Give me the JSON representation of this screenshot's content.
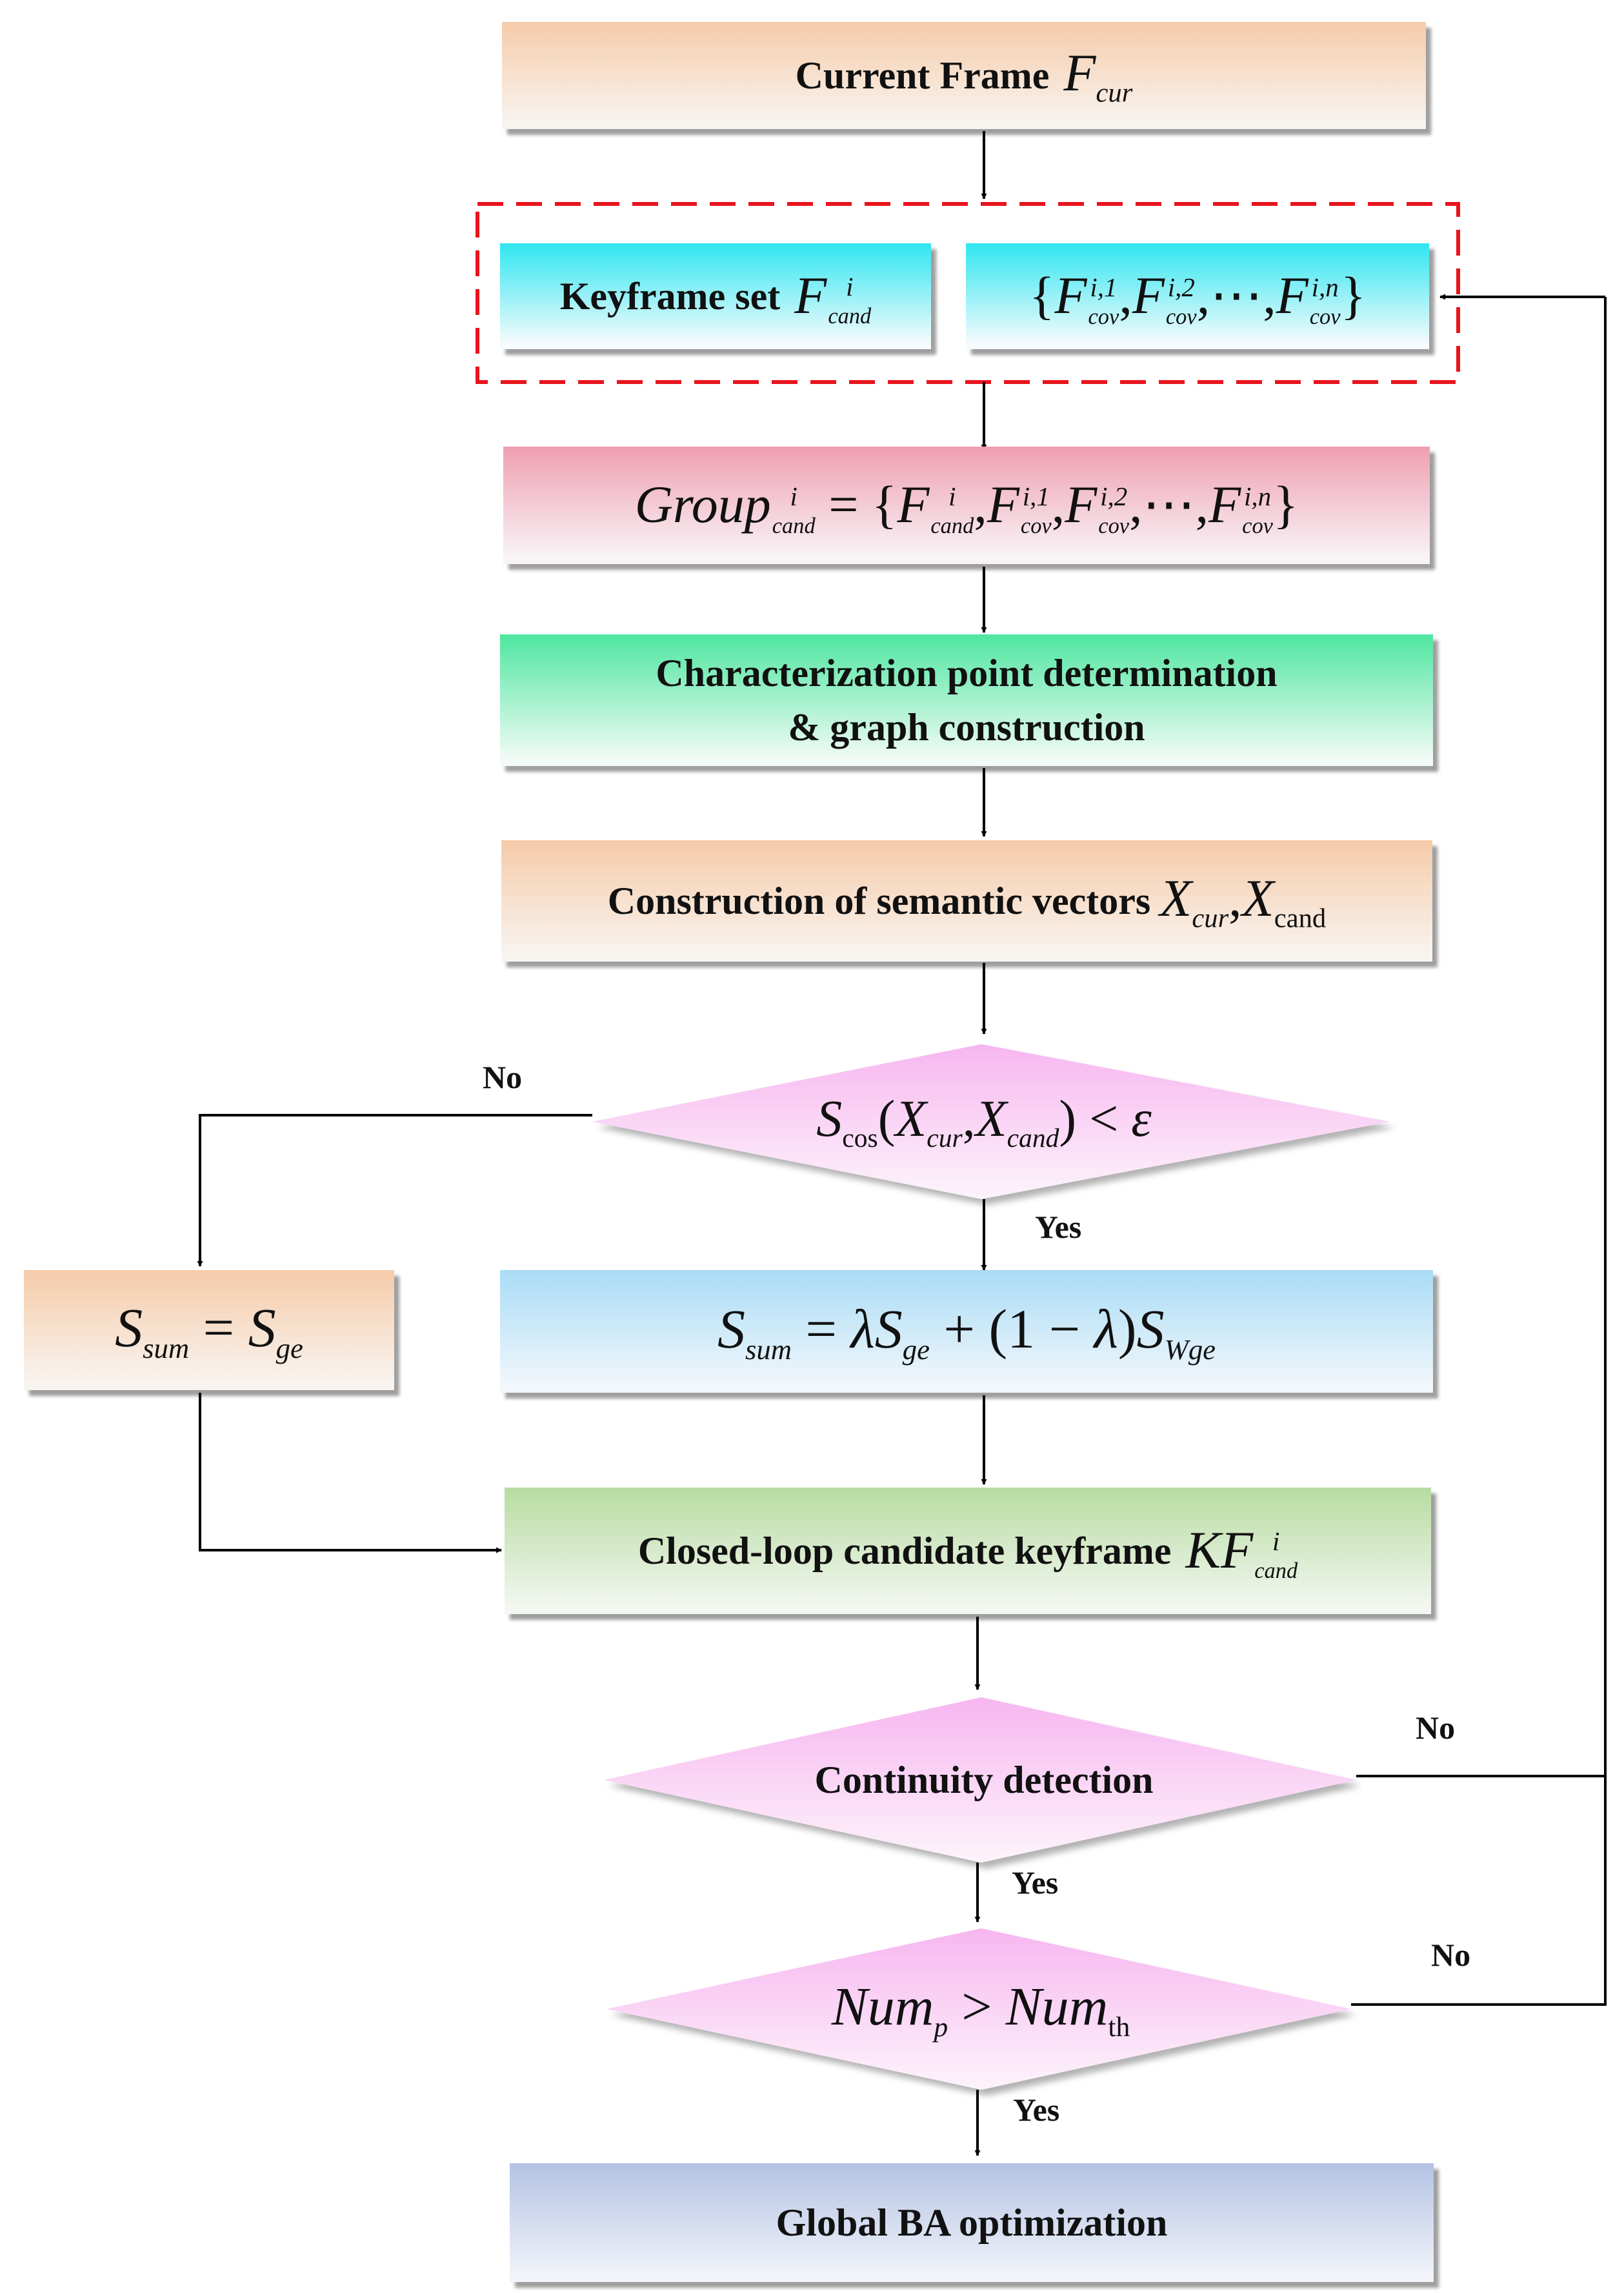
{
  "nodes": {
    "current_frame": {
      "label": "Current Frame",
      "var": "F",
      "sub": "cur"
    },
    "keyframe_set": {
      "label": "Keyframe set",
      "var": "F",
      "sup": "i",
      "sub": "cand"
    },
    "covisible_set": {
      "var": "F",
      "base": "cov",
      "sups": [
        "i,1",
        "i,2",
        "i,n"
      ]
    },
    "group": {
      "name": "Group",
      "sup": "i",
      "sub": "cand",
      "member_sub": "cand",
      "cov": "cov",
      "sups": [
        "i,1",
        "i,2",
        "i,n"
      ]
    },
    "characterization": {
      "line1": "Characterization point determination",
      "line2": "& graph construction"
    },
    "semantic_vectors": {
      "label": "Construction of semantic vectors",
      "var": "X",
      "sub1": "cur",
      "sub2": "cand"
    },
    "cos_decision": {
      "S": "S",
      "S_sub": "cos",
      "X": "X",
      "sub1": "cur",
      "sub2": "cand",
      "eps": "ε"
    },
    "ssum_weighted": {
      "S": "S",
      "sum": "sum",
      "lambda": "λ",
      "ge": "ge",
      "wge": "Wge",
      "one": "1"
    },
    "ssum_simple": {
      "S": "S",
      "sum": "sum",
      "ge": "ge"
    },
    "closed_loop": {
      "label": "Closed-loop candidate keyframe",
      "var": "KF",
      "sup": "i",
      "sub": "cand"
    },
    "continuity": {
      "label": "Continuity detection"
    },
    "num_decision": {
      "num": "Num",
      "sub_p": "p",
      "sub_th": "th"
    },
    "global_ba": {
      "label": "Global BA optimization"
    }
  },
  "edge_labels": {
    "yes": "Yes",
    "no": "No"
  },
  "colors": {
    "dashed_border": "#e8141c",
    "arrows": "#000000",
    "diamond_fill_top": "#f7b6f0",
    "diamond_fill_bottom": "#fdf4fb"
  }
}
